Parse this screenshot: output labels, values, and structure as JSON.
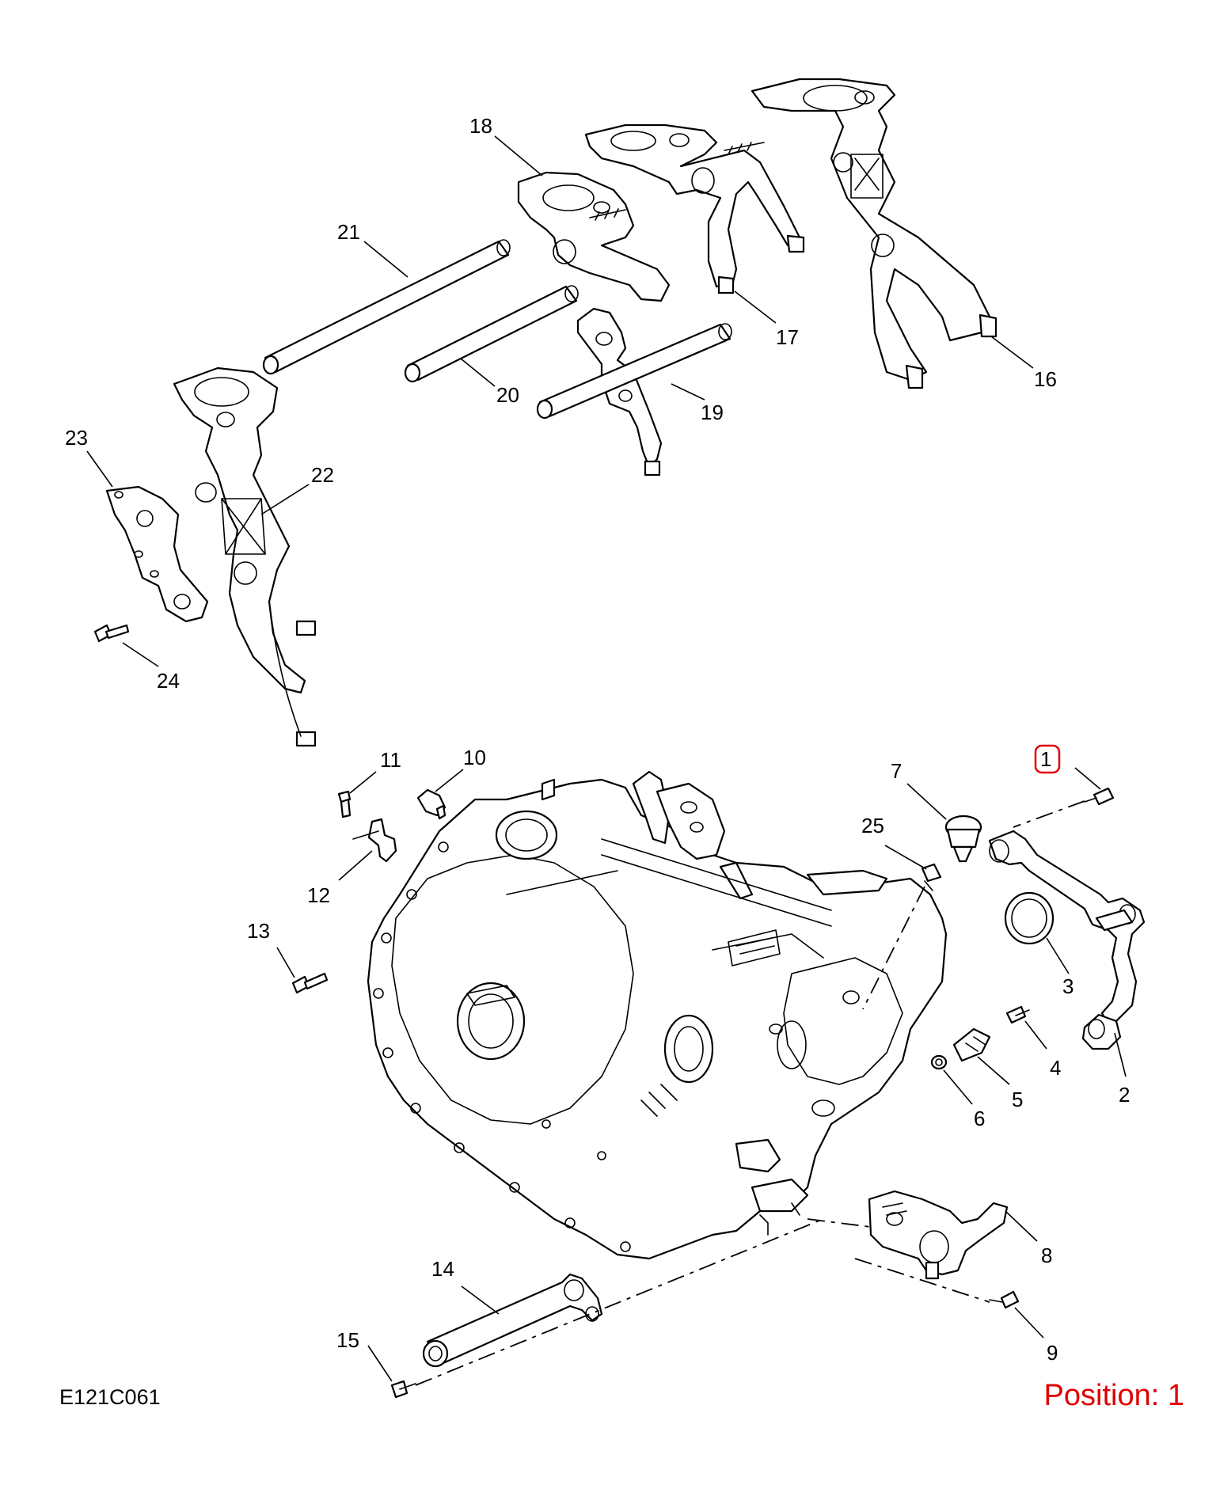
{
  "diagram": {
    "drawing_code": "E121C061",
    "position_prefix": "Position:",
    "position_value": "1",
    "highlight_color": "#e00000",
    "highlighted_callout": "1",
    "callouts": {
      "c1": "1",
      "c2": "2",
      "c3": "3",
      "c4": "4",
      "c5": "5",
      "c6": "6",
      "c7": "7",
      "c8": "8",
      "c9": "9",
      "c10": "10",
      "c11": "11",
      "c12": "12",
      "c13": "13",
      "c14": "14",
      "c15": "15",
      "c16": "16",
      "c17": "17",
      "c18": "18",
      "c19": "19",
      "c20": "20",
      "c21": "21",
      "c22": "22",
      "c23": "23",
      "c24": "24",
      "c25": "25"
    }
  }
}
